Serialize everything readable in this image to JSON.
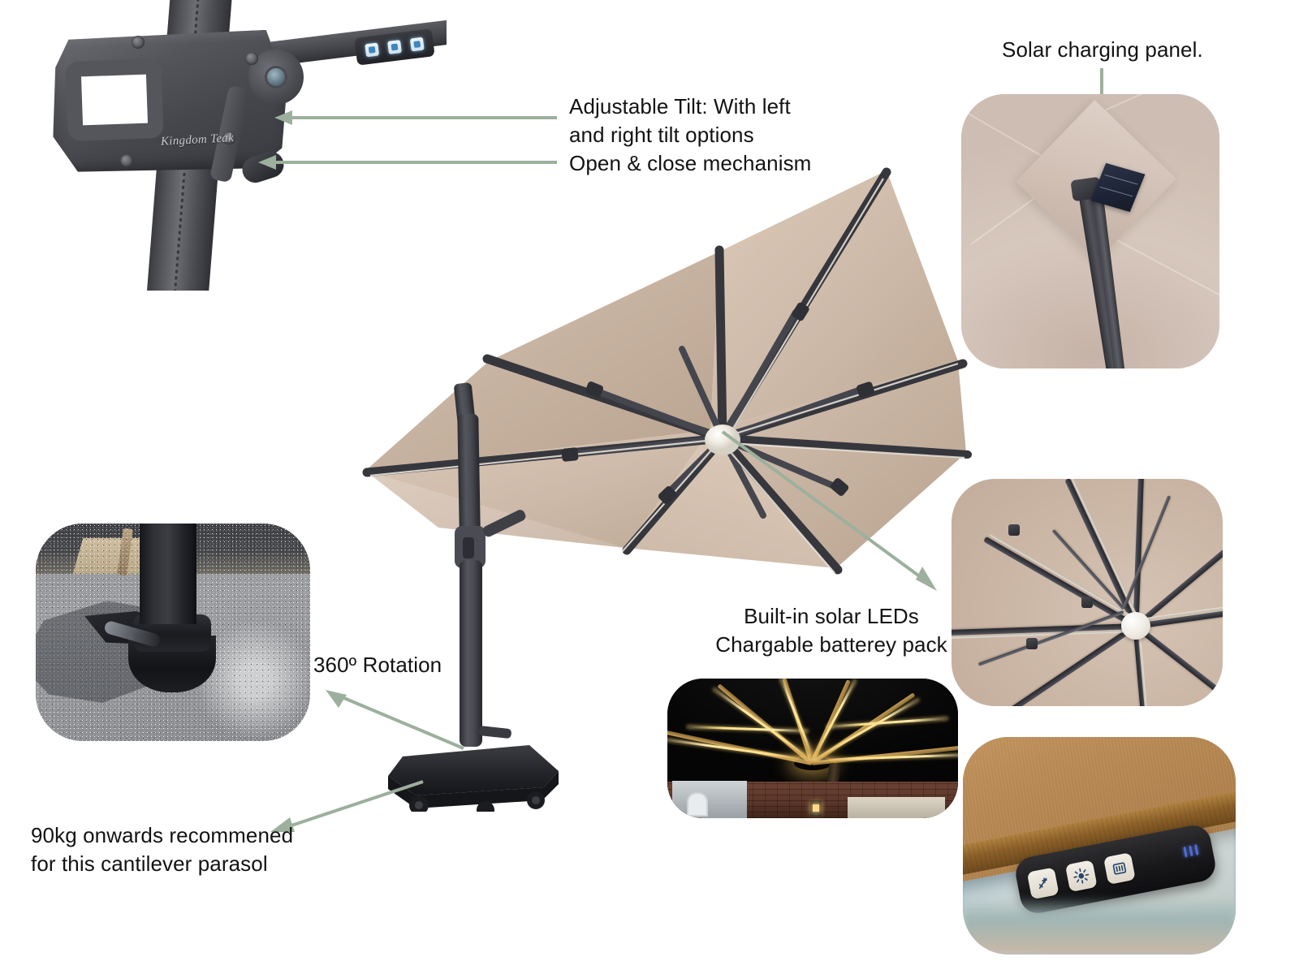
{
  "page": {
    "title": "Cantilever Parasol Feature Infographic",
    "background_color": "#ffffff",
    "arrow_color": "#9cb09d",
    "text_color": "#131313",
    "canopy_color": "#cdb9a8",
    "frame_color": "#3a3b41"
  },
  "callouts": {
    "adjustable_tilt": "Adjustable Tilt: With left\nand right tilt options",
    "open_close": "Open & close mechanism",
    "solar_panel": "Solar charging panel.",
    "solar_leds": "Built-in solar LEDs\nChargable batterey pack",
    "rotation": "360º Rotation",
    "base_weight": "90kg onwards recommened\nfor this cantilever parasol"
  },
  "brand": {
    "logo_text": "Kingdom Teak"
  },
  "photos": {
    "tilt": {
      "name": "tilt-and-crank-mechanism-photo",
      "description": "Close-up of dark grey aluminium tilt housing with handle, crank knob and LED control panel"
    },
    "solar": {
      "name": "solar-charging-panel-photo",
      "description": "Beige canopy apex with small dark solar cell mounted on the pole"
    },
    "base": {
      "name": "rotation-base-photo",
      "description": "Black parasol pole and rotation collar standing on speckled granite base plate"
    },
    "ribs": {
      "name": "canopy-underside-ribs-photo",
      "description": "Underside of beige canopy showing eight dark radiating ribs and white central hub"
    },
    "night": {
      "name": "night-solar-led-photo",
      "description": "Parasol at night with warm yellow LED strips along ribs and glowing central hub"
    },
    "control": {
      "name": "led-control-panel-photo",
      "description": "Black control pod with three buttons fixed under a wooden parasol rib"
    },
    "main": {
      "name": "main-cantilever-parasol-photo",
      "description": "Full cantilever parasol, square taupe canopy tilted, dark pole and wheeled cross base"
    }
  },
  "control_panel": {
    "buttons": [
      {
        "icon": "power-toggle-icon",
        "label": "power"
      },
      {
        "icon": "brightness-sun-icon",
        "label": "brightness"
      },
      {
        "icon": "battery-level-icon",
        "label": "battery"
      }
    ],
    "indicator_count": 3,
    "indicator_color": "#4f6bd8"
  },
  "tilt_panel": {
    "button_count": 3,
    "button_color": "#3f86c0"
  },
  "arrows": [
    {
      "name": "arrow-to-tilt-mechanism",
      "direction": "left"
    },
    {
      "name": "arrow-to-open-close-mechanism",
      "direction": "left"
    },
    {
      "name": "arrow-to-solar-panel",
      "direction": "down"
    },
    {
      "name": "arrow-to-solar-leds",
      "direction": "down-right"
    },
    {
      "name": "arrow-to-rotation-base",
      "direction": "up-left"
    },
    {
      "name": "arrow-to-parasol-base",
      "direction": "up-left"
    }
  ]
}
